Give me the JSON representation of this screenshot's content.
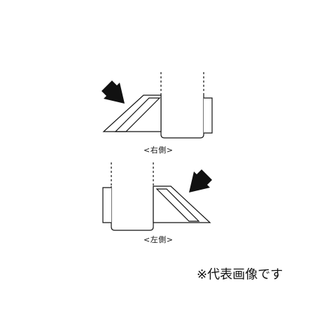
{
  "diagram": {
    "right_side_label": "<右側>",
    "left_side_label": "<左側>",
    "note": "※代表画像です",
    "colors": {
      "line": "#111111",
      "background": "#ffffff"
    }
  }
}
